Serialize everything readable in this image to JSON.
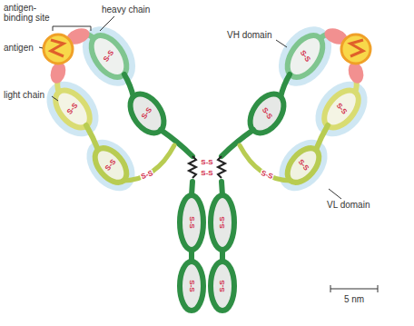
{
  "diagram": {
    "labels": [
      "antigen-binding site",
      "antigen",
      "heavy chain",
      "VH domain",
      "light chain",
      "VL domain",
      "5 nm",
      "S-S",
      "S-S",
      "S-S",
      "S-S",
      "S-S",
      "S-S",
      "S-S",
      "S-S",
      "S-S",
      "S-S",
      "S-S",
      "S-S",
      "S-S",
      "S-S",
      "S-S",
      "S-S"
    ]
  }
}
